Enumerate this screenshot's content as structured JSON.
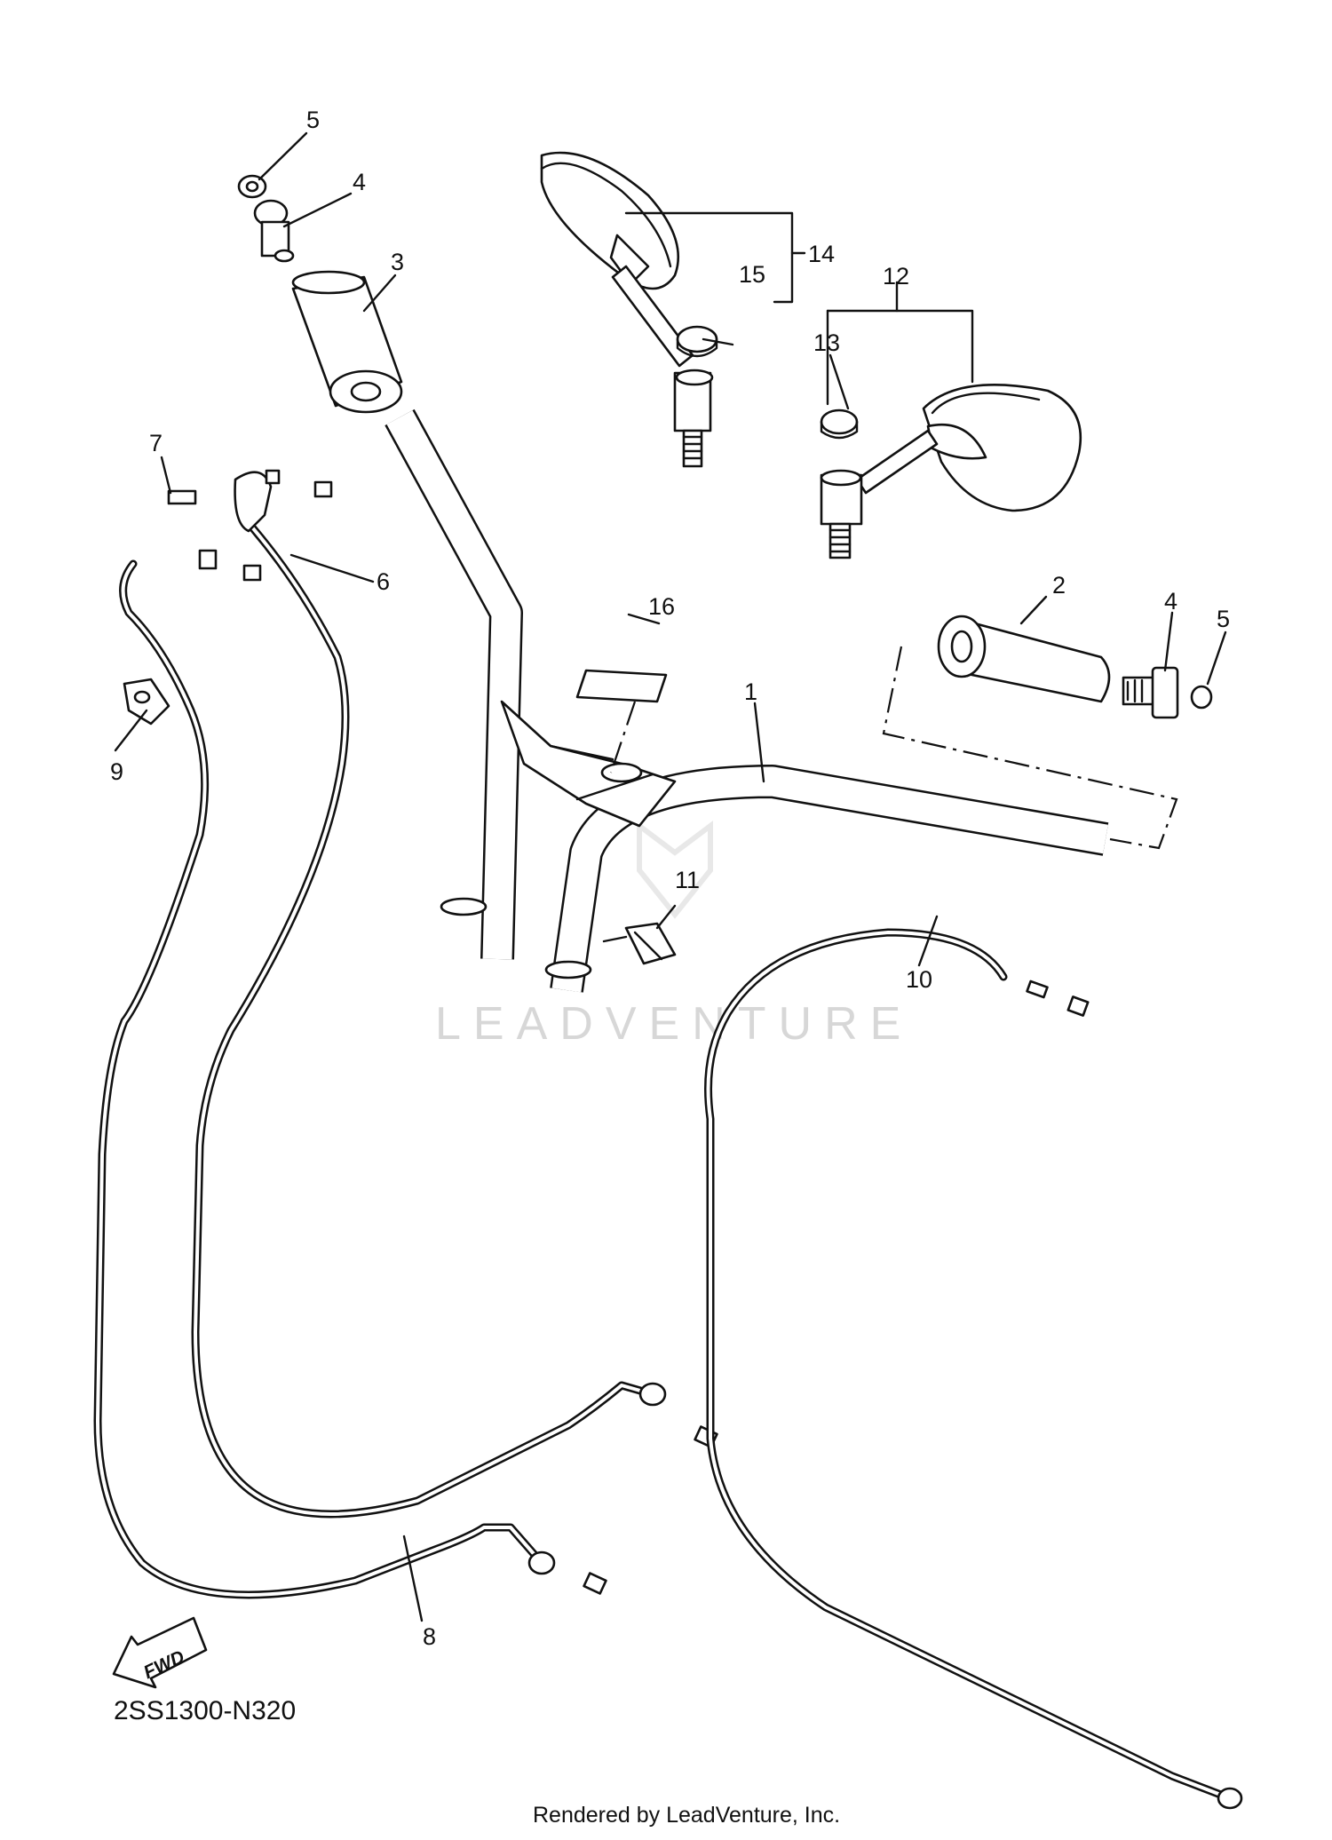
{
  "callouts": {
    "c1": "1",
    "c2": "2",
    "c3": "3",
    "c4a": "4",
    "c4b": "4",
    "c5a": "5",
    "c5b": "5",
    "c6": "6",
    "c7": "7",
    "c8": "8",
    "c9": "9",
    "c10": "10",
    "c11": "11",
    "c12": "12",
    "c13": "13",
    "c14": "14",
    "c15": "15",
    "c16": "16"
  },
  "forward_badge": "FWD",
  "diagram_code": "2SS1300-N320",
  "watermark": "LEADVENTURE",
  "credit": "Rendered by LeadVenture, Inc."
}
